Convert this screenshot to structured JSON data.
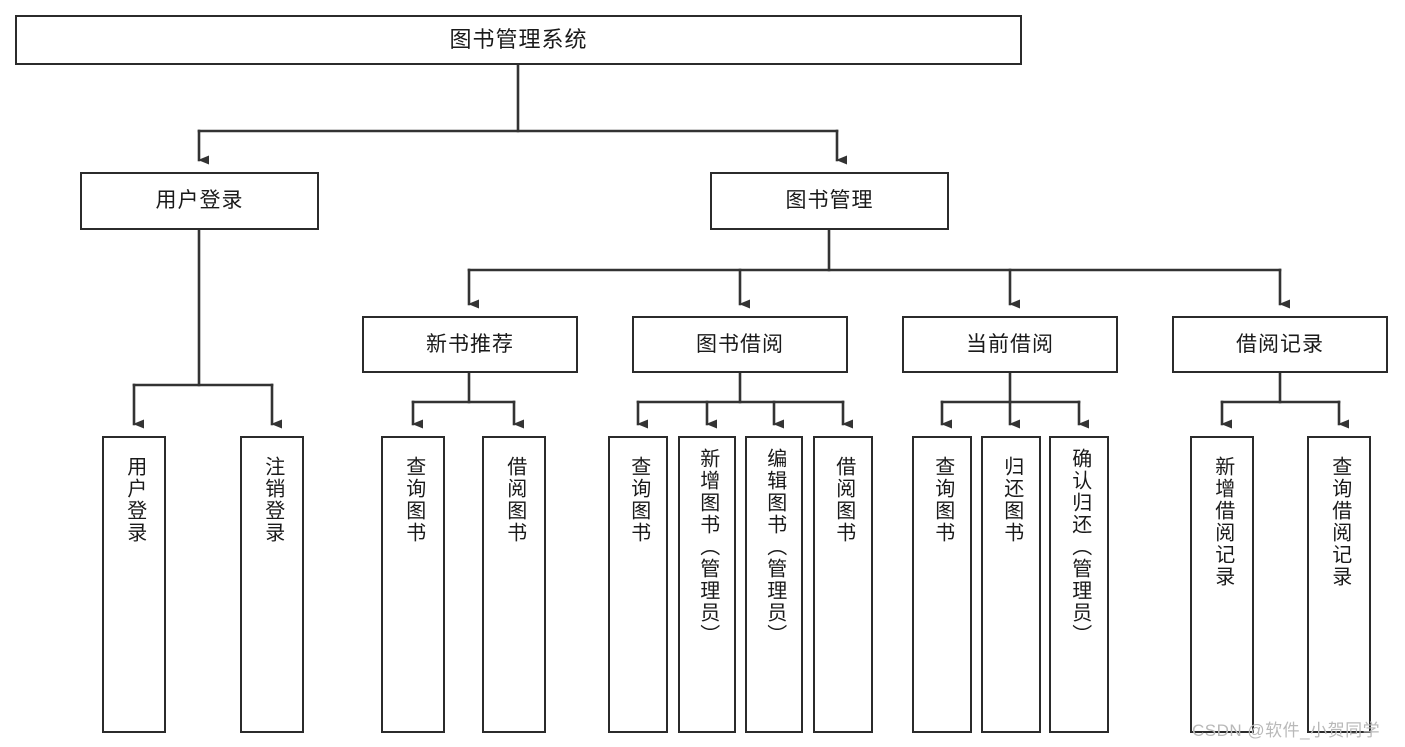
{
  "diagram": {
    "title": "图书管理系统",
    "type": "hierarchy-tree",
    "colors": {
      "box_border": "#2b2b2b",
      "box_fill": "#ffffff",
      "connector": "#333333",
      "text": "#1a1a1a",
      "watermark": "#b9b9b9",
      "background": "#ffffff"
    },
    "root": {
      "label": "图书管理系统"
    },
    "level2": [
      {
        "label": "用户登录"
      },
      {
        "label": "图书管理"
      }
    ],
    "level3": [
      {
        "label": "新书推荐"
      },
      {
        "label": "图书借阅"
      },
      {
        "label": "当前借阅"
      },
      {
        "label": "借阅记录"
      }
    ],
    "leaves": {
      "user_login": [
        {
          "label": "用户登录"
        },
        {
          "label": "注销登录"
        }
      ],
      "new_book_recommend": [
        {
          "label": "查询图书"
        },
        {
          "label": "借阅图书"
        }
      ],
      "book_borrow": [
        {
          "label": "查询图书"
        },
        {
          "label": "新增图书（管理员）"
        },
        {
          "label": "编辑图书（管理员）"
        },
        {
          "label": "借阅图书"
        }
      ],
      "current_borrow": [
        {
          "label": "查询图书"
        },
        {
          "label": "归还图书"
        },
        {
          "label": "确认归还（管理员）"
        }
      ],
      "borrow_record": [
        {
          "label": "新增借阅记录"
        },
        {
          "label": "查询借阅记录"
        }
      ]
    }
  },
  "watermark": {
    "text": "CSDN @软件_小贺同学"
  }
}
